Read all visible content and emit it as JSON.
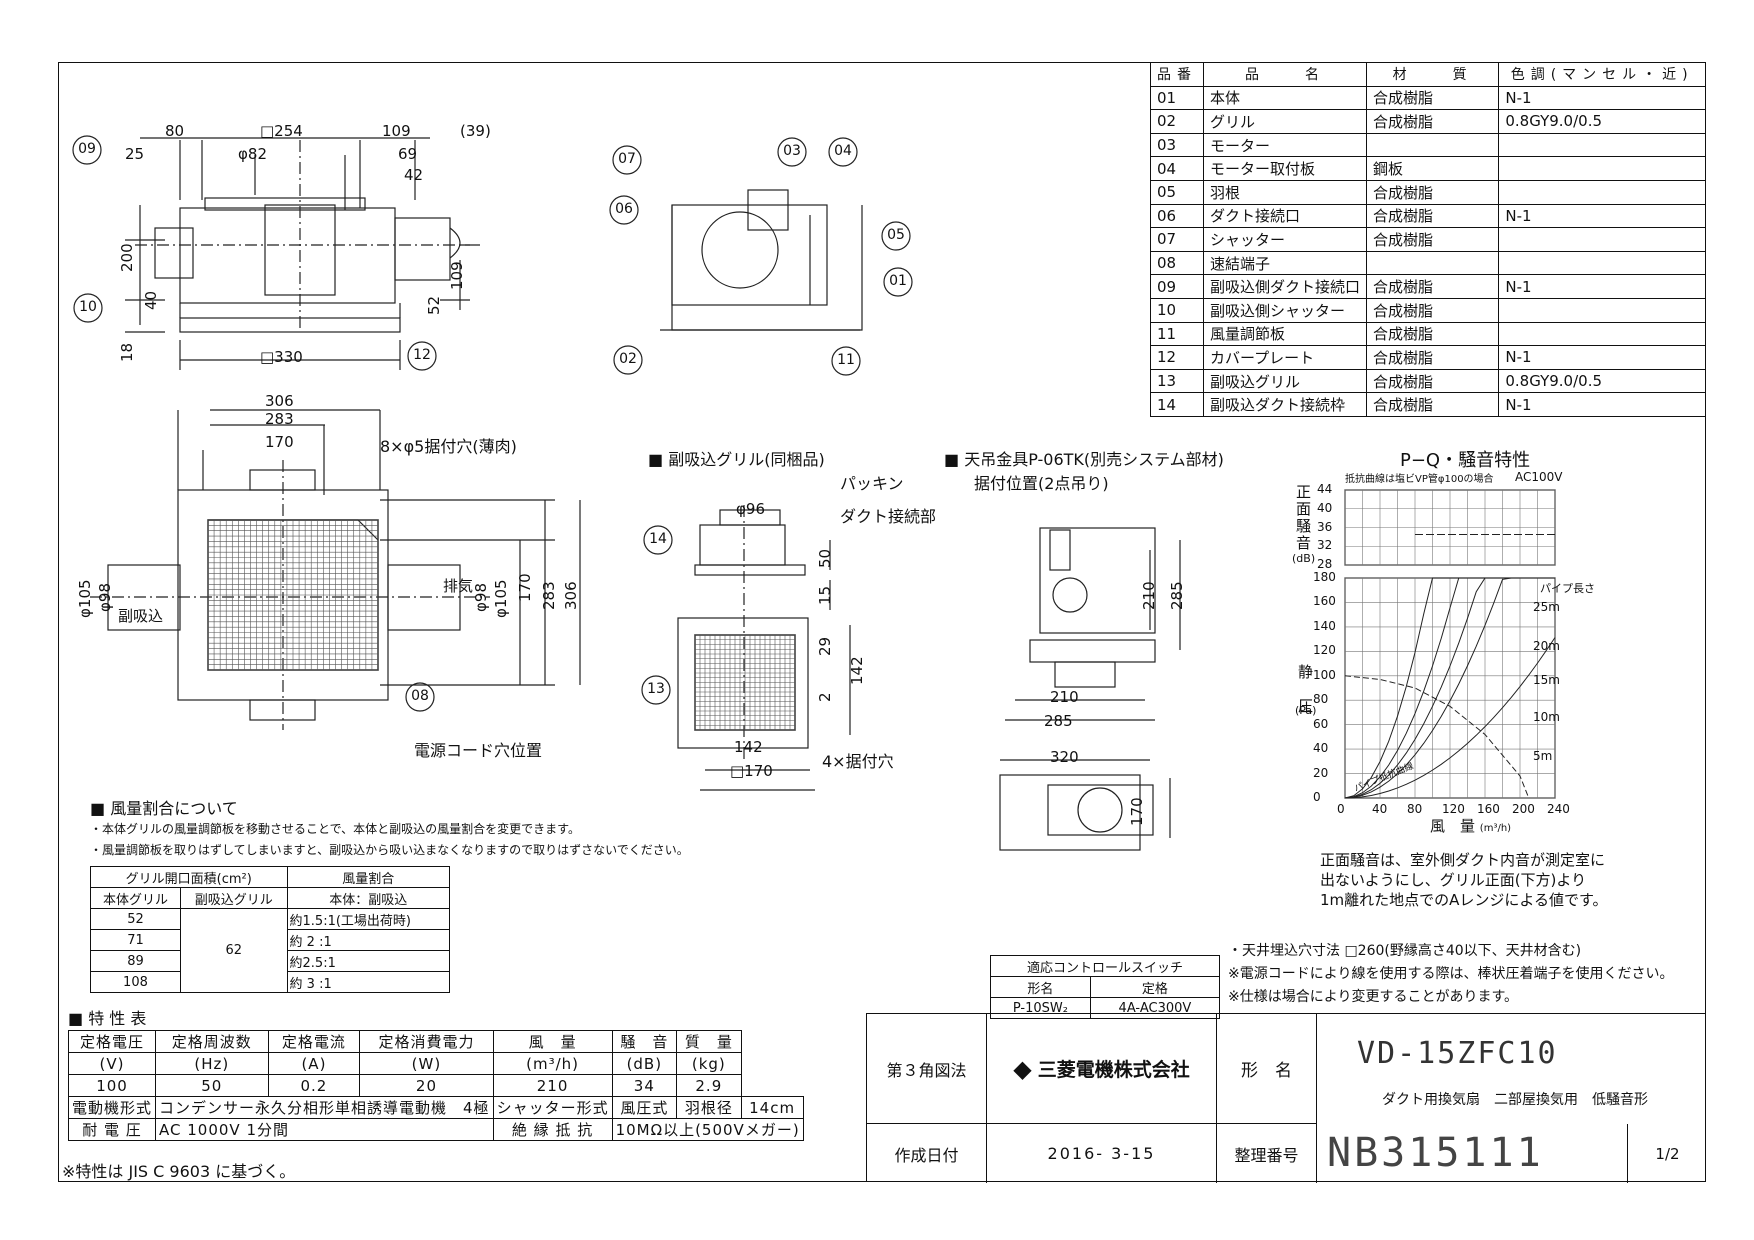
{
  "parts_table": {
    "headers": [
      "品番",
      "品　　名",
      "材　　質",
      "色調(マンセル・近)"
    ],
    "rows": [
      [
        "01",
        "本体",
        "合成樹脂",
        "N-1"
      ],
      [
        "02",
        "グリル",
        "合成樹脂",
        "0.8GY9.0/0.5"
      ],
      [
        "03",
        "モーター",
        "",
        ""
      ],
      [
        "04",
        "モーター取付板",
        "鋼板",
        ""
      ],
      [
        "05",
        "羽根",
        "合成樹脂",
        ""
      ],
      [
        "06",
        "ダクト接続口",
        "合成樹脂",
        "N-1"
      ],
      [
        "07",
        "シャッター",
        "合成樹脂",
        ""
      ],
      [
        "08",
        "速結端子",
        "",
        ""
      ],
      [
        "09",
        "副吸込側ダクト接続口",
        "合成樹脂",
        "N-1"
      ],
      [
        "10",
        "副吸込側シャッター",
        "合成樹脂",
        ""
      ],
      [
        "11",
        "風量調節板",
        "合成樹脂",
        ""
      ],
      [
        "12",
        "カバープレート",
        "合成樹脂",
        "N-1"
      ],
      [
        "13",
        "副吸込グリル",
        "合成樹脂",
        "0.8GY9.0/0.5"
      ],
      [
        "14",
        "副吸込ダクト接続枠",
        "合成樹脂",
        "N-1"
      ]
    ]
  },
  "front_view": {
    "dims": [
      "80",
      "□254",
      "109",
      "(39)",
      "25",
      "φ82",
      "69",
      "42",
      "200",
      "109",
      "52",
      "40",
      "18",
      "□330"
    ],
    "callouts": [
      "09",
      "10",
      "12"
    ]
  },
  "side_view": {
    "callouts": [
      "07",
      "03",
      "04",
      "06",
      "05",
      "01",
      "02",
      "11"
    ]
  },
  "plan_view": {
    "dims": [
      "306",
      "283",
      "170",
      "φ105",
      "φ98",
      "φ98",
      "φ105",
      "170",
      "283",
      "306"
    ],
    "mount_holes": "8×φ5据付穴(薄肉)",
    "labels": {
      "sub_inlet": "副吸込",
      "exhaust": "排気"
    },
    "callout": "08",
    "cord_hole": "電源コード穴位置"
  },
  "sub_grille": {
    "title": "■ 副吸込グリル(同梱品)",
    "packing": "パッキン",
    "duct_part": "ダクト接続部",
    "dims": [
      "φ96",
      "50",
      "15",
      "29",
      "142",
      "2",
      "142",
      "□170"
    ],
    "callouts": [
      "14",
      "13"
    ],
    "holes": "4×据付穴"
  },
  "hanger": {
    "title": "■ 天吊金具P-06TK(別売システム部材)",
    "subtitle": "据付位置(2点吊り)",
    "dims": [
      "210",
      "285",
      "210",
      "285",
      "320",
      "170"
    ]
  },
  "pq_chart": {
    "title": "P−Q・騒音特性",
    "note": "抵抗曲線は塩ビVP管φ100の場合",
    "power": "AC100V",
    "noise_ylabel": [
      "正",
      "面",
      "騒",
      "音"
    ],
    "noise_unit": "(dB)",
    "noise_ticks": [
      "44",
      "40",
      "36",
      "32",
      "28"
    ],
    "p_ylabel": [
      "静",
      "圧"
    ],
    "p_unit": "(Pa)",
    "p_ticks": [
      "180",
      "160",
      "140",
      "120",
      "100",
      "80",
      "60",
      "40",
      "20",
      "0"
    ],
    "x_ticks": [
      "0",
      "40",
      "80",
      "120",
      "160",
      "200",
      "240"
    ],
    "xlabel": "風　量",
    "xunit": "(m³/h)",
    "pipe_title": "パイプ長さ",
    "pipe_labels": [
      "25m",
      "20m",
      "15m",
      "10m",
      "5m"
    ],
    "curve_label": "パイプ抵抗曲線",
    "note_lines": [
      "正面騒音は、室外側ダクト内音が測定室に",
      "出ないようにし、グリル正面(下方)より",
      "1m離れた地点でのAレンジによる値です。"
    ]
  },
  "chart_data": {
    "type": "line",
    "title": "P−Q・騒音特性",
    "xlabel": "風　量 (m³/h)",
    "xlim": [
      0,
      240
    ],
    "ylim": [
      0,
      180
    ],
    "series": [
      {
        "name": "",
        "x": [
          0,
          40,
          80,
          120,
          160,
          200,
          210
        ],
        "y": [
          100,
          97,
          90,
          75,
          52,
          18,
          0
        ]
      }
    ],
    "noise": {
      "ylim": [
        28,
        44
      ],
      "x": [
        80,
        240
      ],
      "y": [
        34.5,
        34.5
      ]
    },
    "pipe_lengths": [
      "5m",
      "10m",
      "15m",
      "20m",
      "25m"
    ]
  },
  "airflow_ratio": {
    "title": "■ 風量割合について",
    "notes": [
      "・本体グリルの風量調節板を移動させることで、本体と副吸込の風量割合を変更できます。",
      "・風量調節板を取りはずしてしまいますと、副吸込から吸い込まなくなりますので取りはずさないでください。"
    ],
    "h1": "グリル開口面積(cm²)",
    "h2": "風量割合",
    "h3": "本体グリル",
    "h4": "副吸込グリル",
    "h5": "本体：副吸込",
    "rows": [
      [
        "52",
        "約1.5:1(工場出荷時)"
      ],
      [
        "71",
        "約 2 :1"
      ],
      [
        "89",
        "約2.5:1"
      ],
      [
        "108",
        "約 3 :1"
      ]
    ],
    "sub": "62"
  },
  "control_switch": {
    "title": "適応コントロールスイッチ",
    "h1": "形名",
    "h2": "定格",
    "model": "P-10SW₂",
    "rating": "4A-AC300V"
  },
  "install_notes": [
    "・天井埋込穴寸法 □260(野縁高さ40以下、天井材含む)",
    "※電源コードにより線を使用する際は、棒状圧着端子を使用ください。",
    "※仕様は場合により変更することがあります。"
  ],
  "specs": {
    "title": "■ 特 性 表",
    "headers": [
      "定格電圧",
      "定格周波数",
      "定格電流",
      "定格消費電力",
      "風　量",
      "騒　音",
      "質　量"
    ],
    "units": [
      "(V)",
      "(Hz)",
      "(A)",
      "(W)",
      "(m³/h)",
      "(dB)",
      "(kg)"
    ],
    "values": [
      "100",
      "50",
      "0.2",
      "20",
      "210",
      "34",
      "2.9"
    ],
    "motor_label": "電動機形式",
    "motor": "コンデンサー永久分相形単相誘導電動機　4極",
    "shutter_label": "シャッター形式",
    "shutter": "風圧式",
    "blade_label": "羽根径",
    "blade": "14cm",
    "voltage_label": "耐 電 圧",
    "voltage": "AC 1000V 1分間",
    "insulation_label": "絶 縁 抵 抗",
    "insulation": "10MΩ以上(500Vメガー)",
    "footnote": "※特性は JIS C 9603 に基づく。"
  },
  "title_block": {
    "projection": "第３角図法",
    "company": "三菱電機株式会社",
    "model_label": "形　名",
    "model": "VD-15ZFC10",
    "desc": "ダクト用換気扇　二部屋換気用　低騒音形",
    "date_label": "作成日付",
    "date": "2016- 3-15",
    "no_label": "整理番号",
    "no": "NB315111",
    "page": "1/2"
  }
}
